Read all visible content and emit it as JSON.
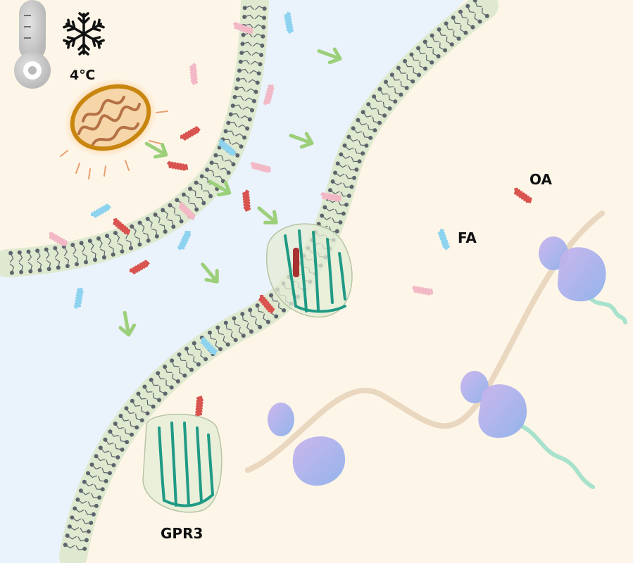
{
  "labels": {
    "temperature": "4℃",
    "oleic_acid": "OA",
    "fatty_acid": "FA",
    "receptor": "GPR3"
  },
  "icons": {
    "thermometer": "thermometer-icon",
    "snowflake": "snowflake-icon",
    "mitochondrion": "mitochondrion-icon"
  },
  "colors": {
    "cell_interior": "#fdf6e8",
    "extracellular_space": "#eaf2fb",
    "membrane_band": "#dfe9cf",
    "lipid_head": "#5e646d",
    "arrow_green": "#9ccf7a",
    "mitochondrion_outline": "#c8860f",
    "mitochondrion_glow": "#ffb870",
    "mitochondrion_cristae": "#b57146",
    "fatty_acid_pink": "#f2b8c6",
    "fatty_acid_red": "#d9534f",
    "fatty_acid_blue": "#8dd3ef",
    "receptor_green": "#1f9a85",
    "ribosome_purple": "#c9b3ec",
    "ribosome_blue": "#8eb1ec",
    "mrna_strand": "#ead7c0",
    "peptide_chain": "#a8e2cc"
  }
}
